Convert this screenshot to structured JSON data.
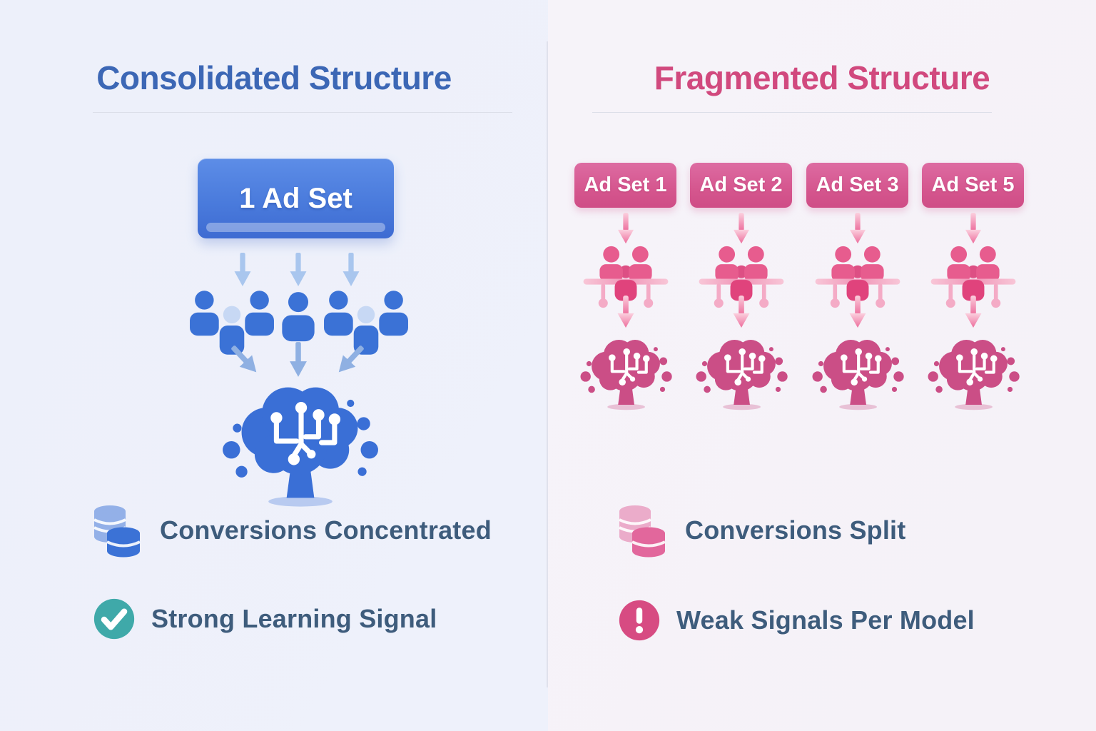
{
  "left": {
    "title": "Consolidated Structure",
    "ad_set_label": "1 Ad Set",
    "points": [
      {
        "icon": "database-icon",
        "label": "Conversions Concentrated"
      },
      {
        "icon": "check-circle-icon",
        "label": "Strong Learning Signal"
      }
    ]
  },
  "right": {
    "title": "Fragmented Structure",
    "ad_sets": [
      {
        "label": "Ad Set 1"
      },
      {
        "label": "Ad Set 2"
      },
      {
        "label": "Ad Set 3"
      },
      {
        "label": "Ad Set 5"
      }
    ],
    "points": [
      {
        "icon": "database-icon",
        "label": "Conversions Split"
      },
      {
        "icon": "alert-circle-icon",
        "label": "Weak Signals Per Model"
      }
    ]
  },
  "colors": {
    "blue_title": "#3c67b5",
    "blue_fill": "#3b72d6",
    "pink_title": "#d1497e",
    "pink_fill": "#d5568e",
    "teal": "#3fa9a9",
    "label_text": "#3e5c7c",
    "background_left": "#eef1fb",
    "background_right": "#f6f3f9"
  }
}
